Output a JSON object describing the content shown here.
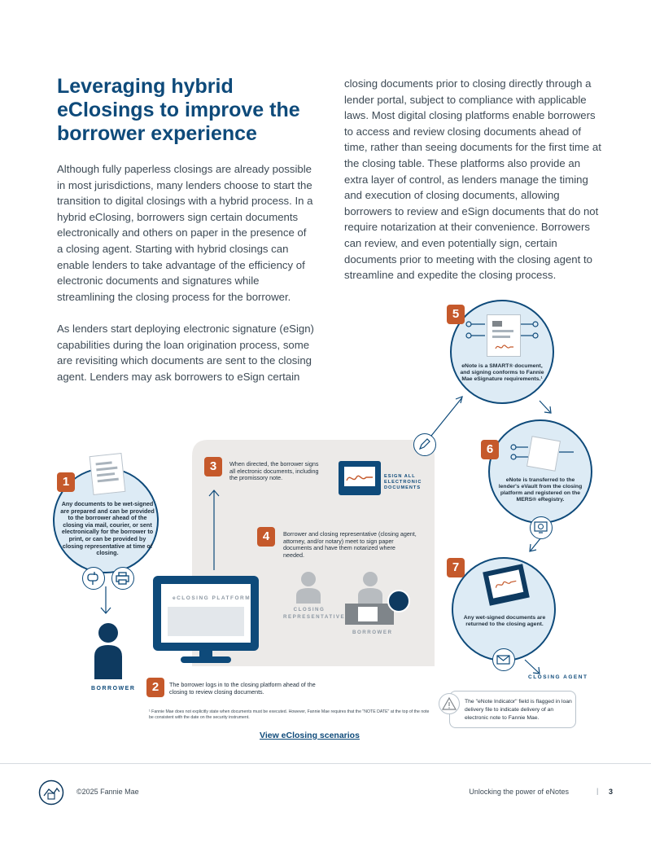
{
  "header": {
    "title": "Leveraging hybrid eClosings to improve the borrower experience"
  },
  "body": {
    "paragraph_1": "Although fully paperless closings are already possible in most jurisdictions, many lenders choose to start the transition to digital closings with a hybrid process. In a hybrid eClosing, borrowers sign certain documents electronically and others on paper in the presence of a closing agent. Starting with hybrid closings can enable lenders to take advantage of the efficiency of electronic documents and signatures while streamlining the closing process for the borrower.",
    "paragraph_2": "As lenders start deploying electronic signature (eSign) capabilities during the loan origination process, some are revisiting which documents are sent to the closing agent. Lenders may ask borrowers to eSign certain",
    "paragraph_3": "closing documents prior to closing directly through a lender portal, subject to compliance with applicable laws. Most digital closing platforms enable borrowers to access and review closing documents ahead of time, rather than seeing documents for the first time at the closing table. These platforms also provide an extra layer of control, as lenders manage the timing and execution of closing documents, allowing borrowers to review and eSign documents that do not require notarization at their convenience. Borrowers can review, and even potentially sign, certain documents prior to meeting with the closing agent to streamline and expedite the closing process."
  },
  "diagram": {
    "step1": {
      "number": "1",
      "text": "Any documents to be wet-signed are prepared and can be provided to the borrower ahead of the closing via mail, courier, or sent electronically for the borrower to print, or can be provided by closing representative at time of closing."
    },
    "step2": {
      "number": "2",
      "text": "The borrower logs in to the closing platform ahead of the closing to review closing documents."
    },
    "step3": {
      "number": "3",
      "text": "When directed, the borrower signs all electronic documents, including the promissory note."
    },
    "step4": {
      "number": "4",
      "text": "Borrower and closing representative (closing agent, attorney, and/or notary) meet to sign paper documents and have them notarized where needed."
    },
    "step5": {
      "number": "5",
      "text": "eNote is a SMART® document, and signing conforms to Fannie Mae eSignature requirements.¹"
    },
    "step6": {
      "number": "6",
      "text": "eNote is transferred to the lender's eVault from the closing platform and registered on the MERS® eRegistry."
    },
    "step7": {
      "number": "7",
      "text": "Any wet-signed documents are returned to the closing agent."
    },
    "labels": {
      "borrower_left": "BORROWER",
      "platform": "eCLOSING PLATFORM",
      "esign_all": "ESIGN ALL ELECTRONIC DOCUMENTS",
      "closing_rep": "CLOSING REPRESENTATIVE",
      "borrower_mid": "BORROWER",
      "closing_agent": "CLOSING AGENT"
    },
    "notice": "The \"eNote Indicator\" field is flagged in loan delivery file to indicate delivery of an electronic note to Fannie Mae."
  },
  "footnote": "¹ Fannie Mae does not explicitly state when documents must be executed. However, Fannie Mae requires that the \"NOTE DATE\" at the top of the note be consistent with the date on the security instrument.",
  "link": {
    "label": "View eClosing scenarios"
  },
  "footer": {
    "copyright": "©2025 Fannie Mae",
    "doc_title": "Unlocking the power of eNotes",
    "separator": "|",
    "page_number": "3"
  },
  "colors": {
    "navy": "#0e4a7a",
    "orange": "#c5592b",
    "light_blue": "#ddebf5",
    "gray_panel": "#eceae8"
  }
}
